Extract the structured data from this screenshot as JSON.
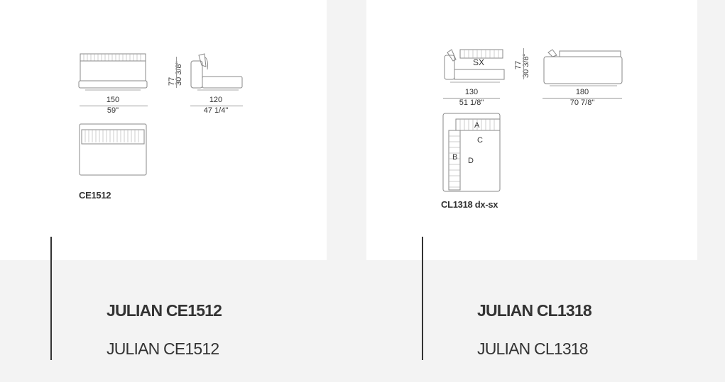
{
  "products": [
    {
      "title": "JULIAN CE1512",
      "subtitle": "JULIAN CE1512",
      "drawing": {
        "code": "CE1512",
        "height_cm": "77",
        "height_in": "30 3/8\"",
        "front_width_cm": "150",
        "front_width_in": "59\"",
        "side_depth_cm": "120",
        "side_depth_in": "47 1/4\""
      }
    },
    {
      "title": "JULIAN CL1318",
      "subtitle": "JULIAN CL1318",
      "drawing": {
        "code": "CL1318 dx-sx",
        "front_label": "SX",
        "height_cm": "77",
        "height_in": "30 3/8\"",
        "front_width_cm": "130",
        "front_width_in": "51 1/8\"",
        "side_depth_cm": "180",
        "side_depth_in": "70 7/8\"",
        "plan_labels": [
          "A",
          "B",
          "C",
          "D"
        ]
      }
    }
  ],
  "colors": {
    "background": "#f3f3f3",
    "panel": "#ffffff",
    "text": "#333333",
    "rule": "#333333"
  }
}
